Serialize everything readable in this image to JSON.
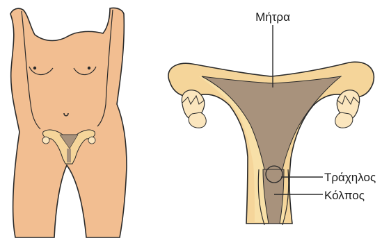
{
  "labels": {
    "uterus": "Μήτρα",
    "cervix": "Τράχηλος",
    "vagina": "Κόλπος"
  },
  "colors": {
    "skin": "#F2BE91",
    "outline": "#2a2a2a",
    "organ_fill": "#F5D59A",
    "organ_wall": "#F8E0A8",
    "cavity": "#A8927C",
    "ovary": "#FBE6BE"
  }
}
